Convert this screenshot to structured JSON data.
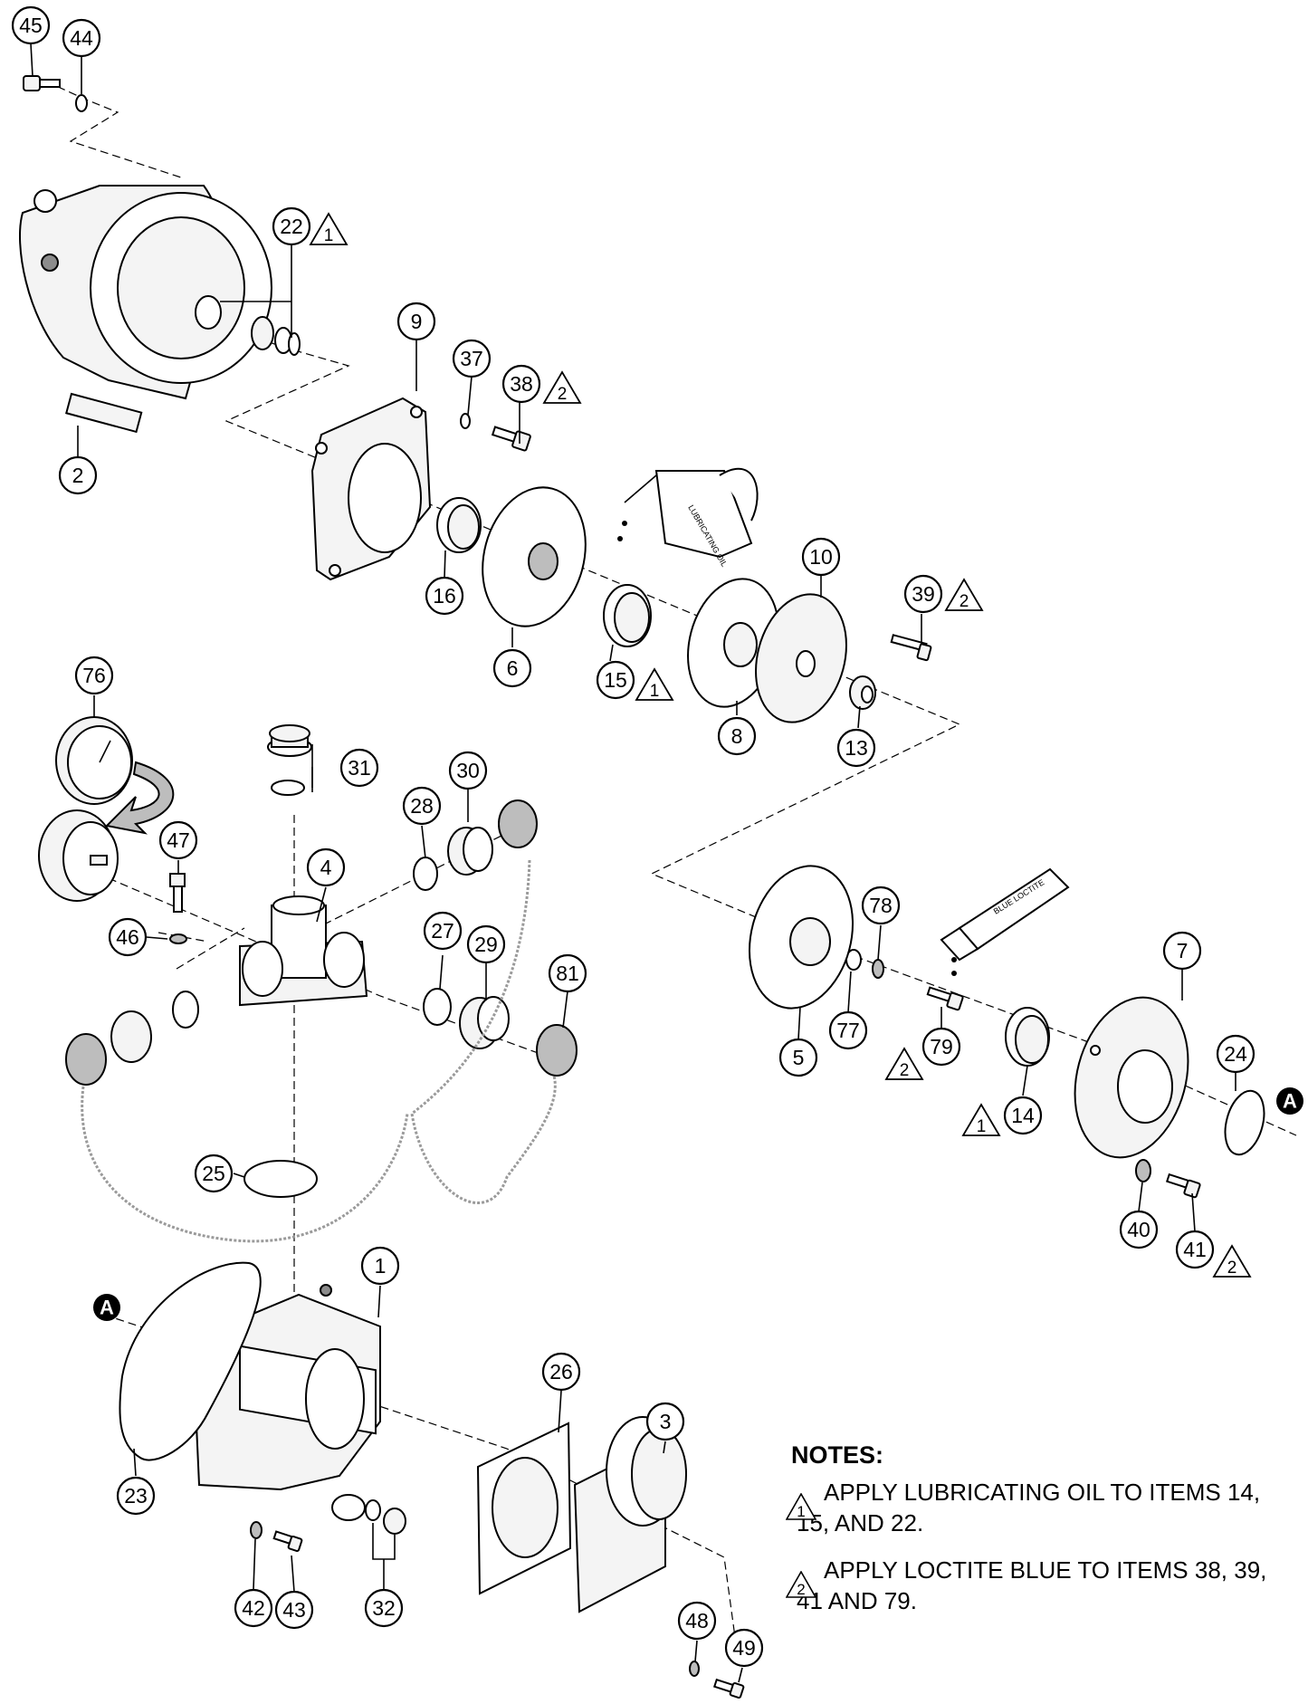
{
  "callouts": [
    {
      "id": "45"
    },
    {
      "id": "44"
    },
    {
      "id": "22"
    },
    {
      "id": "2"
    },
    {
      "id": "9"
    },
    {
      "id": "37"
    },
    {
      "id": "38"
    },
    {
      "id": "16"
    },
    {
      "id": "6"
    },
    {
      "id": "15"
    },
    {
      "id": "10"
    },
    {
      "id": "39"
    },
    {
      "id": "8"
    },
    {
      "id": "13"
    },
    {
      "id": "76"
    },
    {
      "id": "31"
    },
    {
      "id": "28"
    },
    {
      "id": "30"
    },
    {
      "id": "47"
    },
    {
      "id": "4"
    },
    {
      "id": "46"
    },
    {
      "id": "27"
    },
    {
      "id": "29"
    },
    {
      "id": "81"
    },
    {
      "id": "25"
    },
    {
      "id": "78"
    },
    {
      "id": "7"
    },
    {
      "id": "77"
    },
    {
      "id": "79"
    },
    {
      "id": "5"
    },
    {
      "id": "24"
    },
    {
      "id": "14"
    },
    {
      "id": "40"
    },
    {
      "id": "41"
    },
    {
      "id": "1"
    },
    {
      "id": "23"
    },
    {
      "id": "26"
    },
    {
      "id": "3"
    },
    {
      "id": "42"
    },
    {
      "id": "43"
    },
    {
      "id": "32"
    },
    {
      "id": "48"
    },
    {
      "id": "49"
    }
  ],
  "note_markers": [
    {
      "for": "22",
      "num": "1"
    },
    {
      "for": "38",
      "num": "2"
    },
    {
      "for": "15",
      "num": "1"
    },
    {
      "for": "39",
      "num": "2"
    },
    {
      "for": "79",
      "num": "2"
    },
    {
      "for": "14",
      "num": "1"
    },
    {
      "for": "41",
      "num": "2"
    }
  ],
  "reference_markers": [
    "A",
    "A"
  ],
  "product_labels": {
    "oil_can": "LUBRICATING OIL",
    "tube": "BLUE LOCTITE"
  },
  "notes": {
    "title": "NOTES:",
    "items": [
      {
        "num": "1",
        "line1": "APPLY LUBRICATING OIL TO ITEMS 14,",
        "line2": "15, AND 22."
      },
      {
        "num": "2",
        "line1": "APPLY LOCTITE BLUE TO ITEMS 38, 39,",
        "line2": "41 AND 79."
      }
    ]
  }
}
